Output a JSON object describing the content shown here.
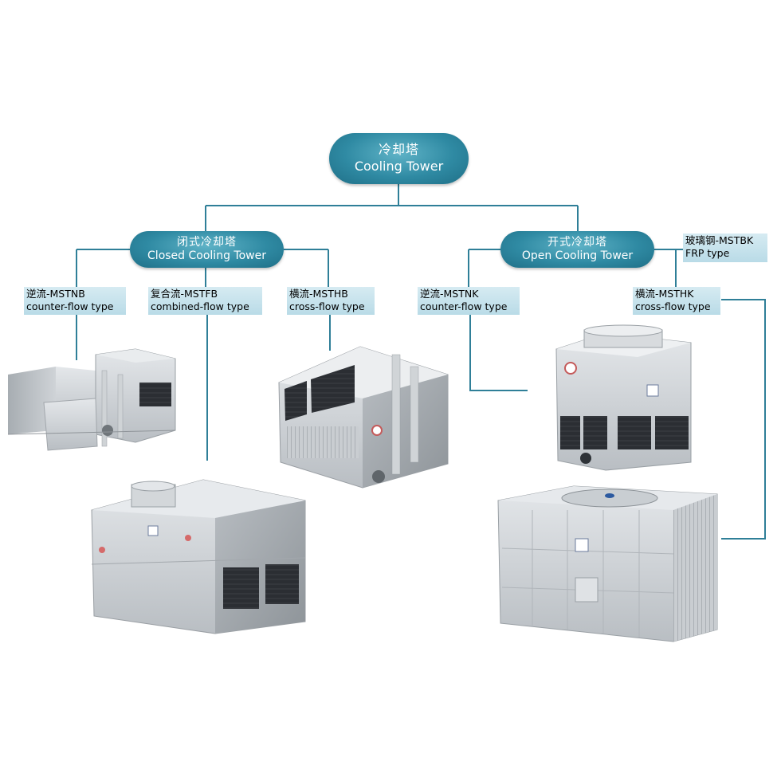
{
  "root": {
    "cn": "冷却塔",
    "en": "Cooling Tower"
  },
  "closed": {
    "cn": "闭式冷却塔",
    "en": "Closed Cooling Tower",
    "types": [
      {
        "line1": "逆流-MSTNB",
        "line2": "counter-flow type"
      },
      {
        "line1": "复合流-MSTFB",
        "line2": "combined-flow type"
      },
      {
        "line1": "横流-MSTHB",
        "line2": "cross-flow type"
      }
    ]
  },
  "open": {
    "cn": "开式冷却塔",
    "en": "Open Cooling Tower",
    "types": [
      {
        "line1": "逆流-MSTNK",
        "line2": "counter-flow type"
      },
      {
        "line1": "横流-MSTHK",
        "line2": "cross-flow type"
      }
    ],
    "frp": {
      "line1": "玻璃钢-MSTBK",
      "line2": "FRP type"
    }
  },
  "colors": {
    "line": "#2f7f98",
    "pill": "#2f8aa3",
    "tag": "#c6e2ec",
    "steel_light": "#d9dcdf",
    "steel_dark": "#9aa0a5",
    "louver": "#2b2e33"
  },
  "images": [
    {
      "name": "counter-flow-closed-tower-photo"
    },
    {
      "name": "combined-flow-closed-tower-photo"
    },
    {
      "name": "cross-flow-closed-tower-photo"
    },
    {
      "name": "counter-flow-open-tower-photo"
    },
    {
      "name": "cross-flow-open-tower-photo"
    }
  ]
}
